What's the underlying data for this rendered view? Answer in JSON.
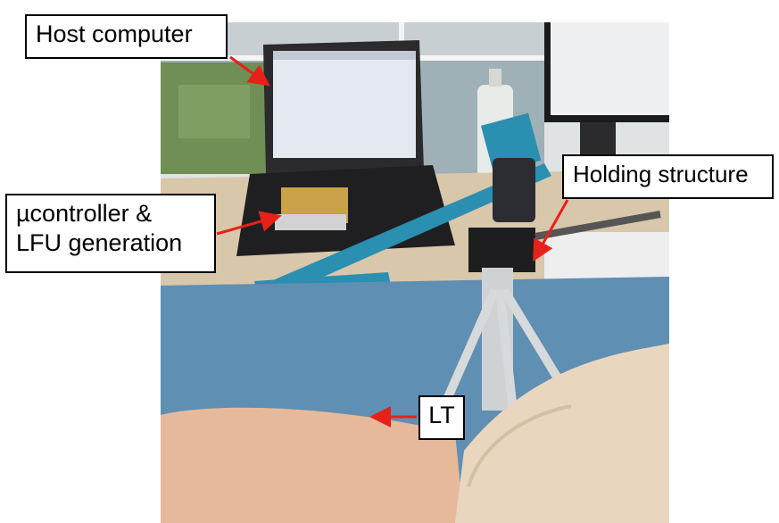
{
  "labels": {
    "host_computer": "Host computer",
    "holding_structure": "Holding structure",
    "ucontroller_line1": "µcontroller &",
    "ucontroller_line2": "LFU generation",
    "lt": "LT"
  },
  "colors": {
    "arrow": "#e8201a",
    "beam": "#2a8fb0",
    "table": "#5f8fb2",
    "desk": "#d8c7ab",
    "laptop": "#2b2b2d",
    "sweater": "#e9d6bf"
  }
}
